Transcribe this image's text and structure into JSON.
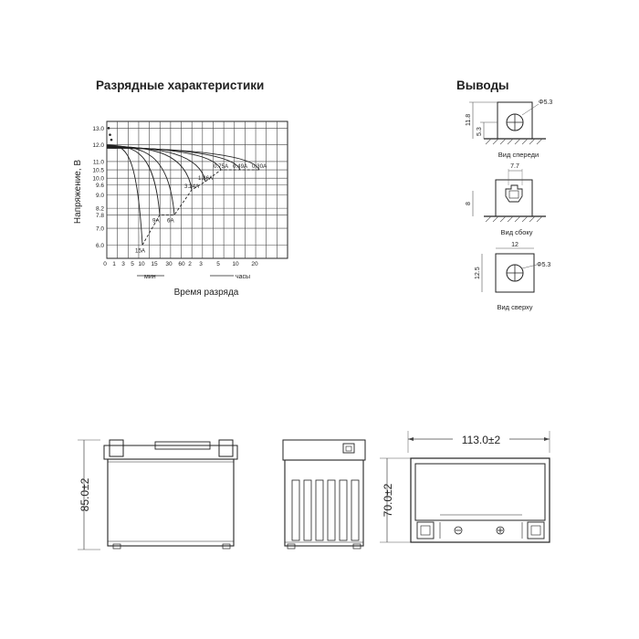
{
  "chart": {
    "title": "Разрядные характеристики",
    "ylabel": "Напряжение, В",
    "xlabel": "Время разряда",
    "min_label": "мин",
    "hours_label": "часы",
    "y_ticks": [
      "13.0",
      "12.0",
      "11.0",
      "10.5",
      "10.0",
      "9.6",
      "9.0",
      "8.2",
      "7.8",
      "7.0",
      "6.0"
    ],
    "x_ticks": [
      "0",
      "1",
      "3",
      "5",
      "10",
      "15",
      "30",
      "60",
      "2",
      "3",
      "5",
      "10",
      "20"
    ],
    "curve_labels": [
      "15A",
      "9A",
      "6A",
      "3.24A",
      "1.86A",
      "0.75A",
      "0.49A",
      "0.30A"
    ]
  },
  "chart_data": {
    "type": "line",
    "title": "Разрядные характеристики",
    "xlabel": "Время разряда",
    "ylabel": "Напряжение, В",
    "x_ticks": [
      "0",
      "1",
      "3",
      "5",
      "10",
      "15",
      "30",
      "60",
      "2",
      "3",
      "5",
      "10",
      "20"
    ],
    "y_ticks": [
      13.0,
      12.0,
      11.0,
      10.5,
      10.0,
      9.6,
      9.0,
      8.2,
      7.8,
      7.0,
      6.0
    ],
    "series": [
      {
        "name": "15A",
        "end_voltage": 6.0
      },
      {
        "name": "9A",
        "end_voltage": 7.8
      },
      {
        "name": "6A",
        "end_voltage": 7.8
      },
      {
        "name": "3.24A",
        "end_voltage": 9.3
      },
      {
        "name": "1.86A",
        "end_voltage": 9.8
      },
      {
        "name": "0.75A",
        "end_voltage": 10.5
      },
      {
        "name": "0.49A",
        "end_voltage": 10.5
      },
      {
        "name": "0.30A",
        "end_voltage": 10.5
      }
    ]
  },
  "terminals": {
    "title": "Выводы",
    "front_label": "Вид спереди",
    "side_label": "Вид сбоку",
    "top_label": "Вид сверху",
    "dim_11_8": "11.8",
    "dim_5_3": "5.3",
    "dim_phi": "Φ5.3",
    "dim_7_7": "7.7",
    "dim_8": "8",
    "dim_12": "12",
    "dim_12_5": "12.5",
    "dim_phi_top": "Φ5.3"
  },
  "battery": {
    "height_dim": "85.0±2",
    "width_dim": "113.0±2",
    "depth_dim": "70.0±2"
  }
}
